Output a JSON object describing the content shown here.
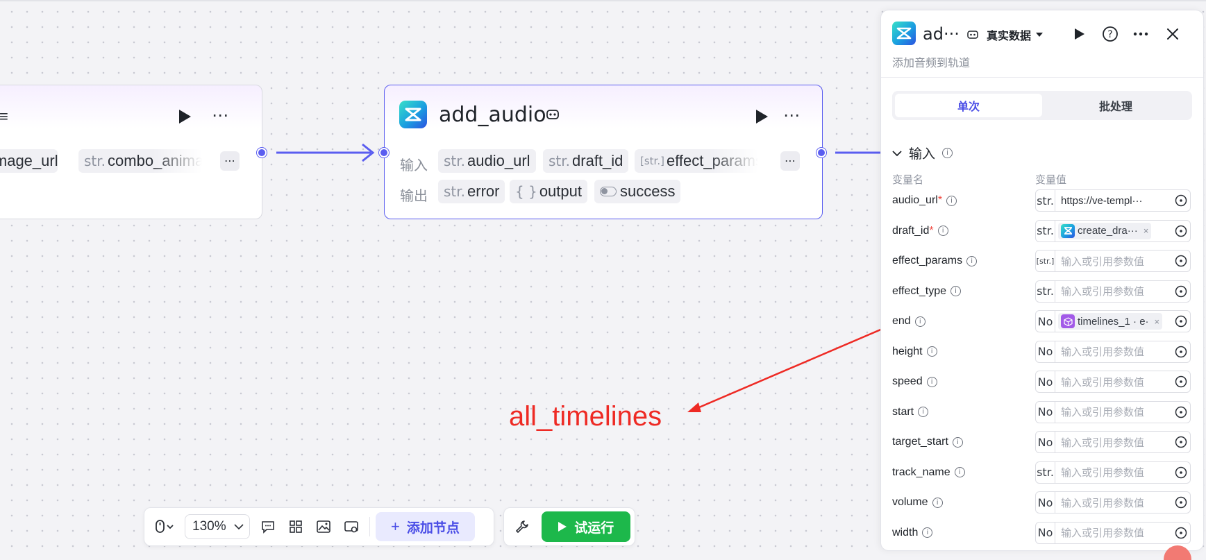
{
  "colors": {
    "accent": "#5a5df0",
    "annotation": "#ee2a24",
    "run_green": "#1db84b"
  },
  "left_node": {
    "inputs": [
      {
        "type": "str.",
        "name": "image_url"
      },
      {
        "type": "str.",
        "name": "combo_animation"
      }
    ],
    "more_label": "⋯"
  },
  "main_node": {
    "title": "add_audio",
    "input_label": "输入",
    "output_label": "输出",
    "inputs": [
      {
        "type": "str.",
        "name": "audio_url"
      },
      {
        "type": "str.",
        "name": "draft_id"
      },
      {
        "type": "[str.]",
        "name": "effect_params"
      }
    ],
    "outputs": [
      {
        "type": "str.",
        "name": "error"
      },
      {
        "type": "{ }",
        "name": "output"
      },
      {
        "type": "toggle",
        "name": "success"
      }
    ],
    "more_label": "⋯"
  },
  "annotation": {
    "text": "all_timelines"
  },
  "toolbar": {
    "zoom": "130%",
    "add_node": "添加节点",
    "try_run": "试运行"
  },
  "panel": {
    "title": "ad···",
    "data_source": "真实数据",
    "subtitle": "添加音频到轨道",
    "tabs": [
      "单次",
      "批处理"
    ],
    "section": "输入",
    "col_name": "变量名",
    "col_value": "变量值",
    "params": [
      {
        "name": "audio_url",
        "required": true,
        "type": "str.",
        "value": "https://ve-templ···",
        "kind": "text"
      },
      {
        "name": "draft_id",
        "required": true,
        "type": "str.",
        "value": "create_dra···",
        "kind": "ref-draft"
      },
      {
        "name": "effect_params",
        "required": false,
        "type": "[str.]",
        "value": "输入或引用参数值",
        "kind": "placeholder"
      },
      {
        "name": "effect_type",
        "required": false,
        "type": "str.",
        "value": "输入或引用参数值",
        "kind": "placeholder"
      },
      {
        "name": "end",
        "required": false,
        "type": "No",
        "value": "timelines_1 · e·",
        "kind": "ref-timeline"
      },
      {
        "name": "height",
        "required": false,
        "type": "No",
        "value": "输入或引用参数值",
        "kind": "placeholder"
      },
      {
        "name": "speed",
        "required": false,
        "type": "No",
        "value": "输入或引用参数值",
        "kind": "placeholder"
      },
      {
        "name": "start",
        "required": false,
        "type": "No",
        "value": "输入或引用参数值",
        "kind": "placeholder"
      },
      {
        "name": "target_start",
        "required": false,
        "type": "No",
        "value": "输入或引用参数值",
        "kind": "placeholder"
      },
      {
        "name": "track_name",
        "required": false,
        "type": "str.",
        "value": "输入或引用参数值",
        "kind": "placeholder"
      },
      {
        "name": "volume",
        "required": false,
        "type": "No",
        "value": "输入或引用参数值",
        "kind": "placeholder"
      },
      {
        "name": "width",
        "required": false,
        "type": "No",
        "value": "输入或引用参数值",
        "kind": "placeholder"
      }
    ]
  }
}
